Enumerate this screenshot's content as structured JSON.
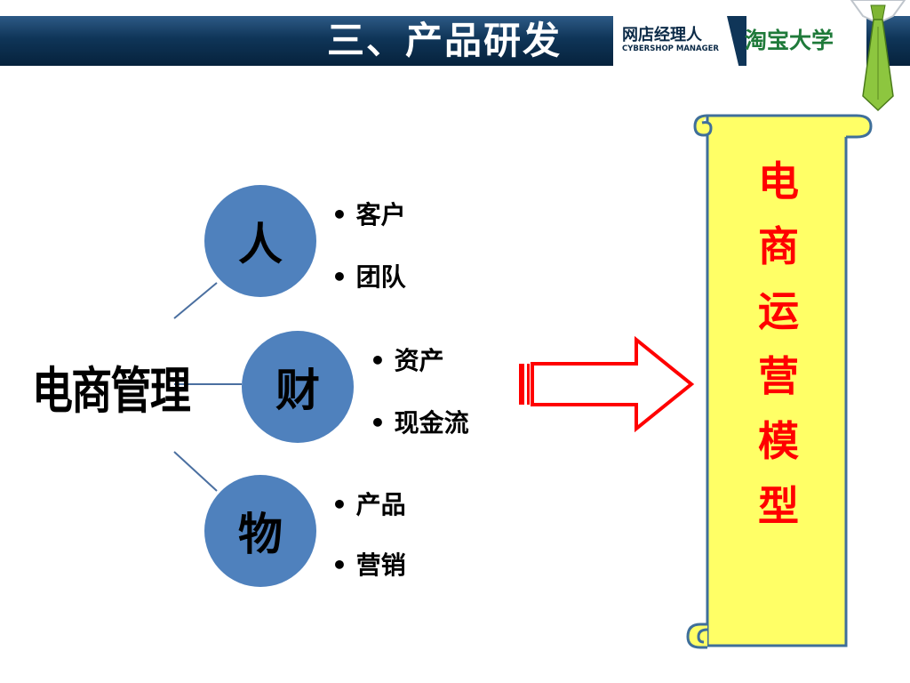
{
  "header": {
    "title": "三、产品研发",
    "logo_left_cn": "网店经理人",
    "logo_left_en": "CYBERSHOP MANAGER",
    "logo_right": "淘宝大学"
  },
  "diagram": {
    "root": "电商管理",
    "nodes": [
      {
        "label": "人",
        "items": [
          "客户",
          "团队"
        ]
      },
      {
        "label": "财",
        "items": [
          "资产",
          "现金流"
        ]
      },
      {
        "label": "物",
        "items": [
          "产品",
          "营销"
        ]
      }
    ],
    "bullet": "•",
    "target": [
      "电",
      "商",
      "运",
      "营",
      "模",
      "型"
    ]
  },
  "colors": {
    "header_bar": "#0f3558",
    "circle_fill": "#4f81bd",
    "arrow": "#ff0000",
    "scroll_fill": "#ffff66",
    "scroll_border": "#3f6f9a",
    "target_text": "#ff0000",
    "logo_green": "#1f7a3a"
  },
  "icons": [
    "tie-icon",
    "right-arrow-icon",
    "scroll-banner-icon"
  ]
}
